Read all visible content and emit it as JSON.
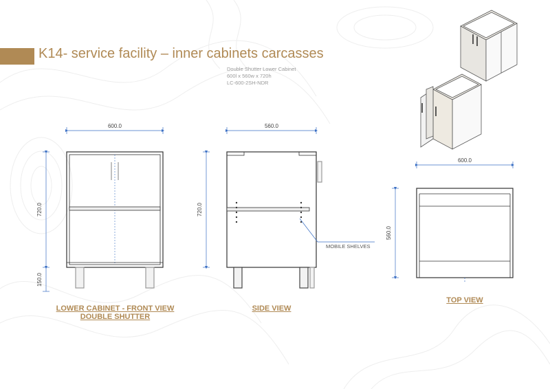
{
  "header": {
    "title": "K14- service facility – inner cabinets carcasses",
    "subtitle_lines": [
      "Double Shutter Lower Cabinet",
      "600l x 560w x 720h",
      "LC-600-2SH-NDR"
    ]
  },
  "front_view": {
    "caption_line1": "LOWER CABINET - FRONT VIEW",
    "caption_line2": "DOUBLE SHUTTER",
    "dim_width": "600.0",
    "dim_height": "720.0",
    "dim_leg": "150.0"
  },
  "side_view": {
    "caption": "SIDE VIEW",
    "dim_width": "560.0",
    "dim_height": "720.0",
    "shelf_label": "MOBILE SHELVES"
  },
  "top_view": {
    "caption": "TOP VIEW",
    "dim_width": "600.0",
    "dim_depth": "560.0"
  },
  "colors": {
    "accent": "#b08a55",
    "dimension": "#3a6fc4",
    "line": "#333333",
    "wood": "#d9d3c7"
  }
}
